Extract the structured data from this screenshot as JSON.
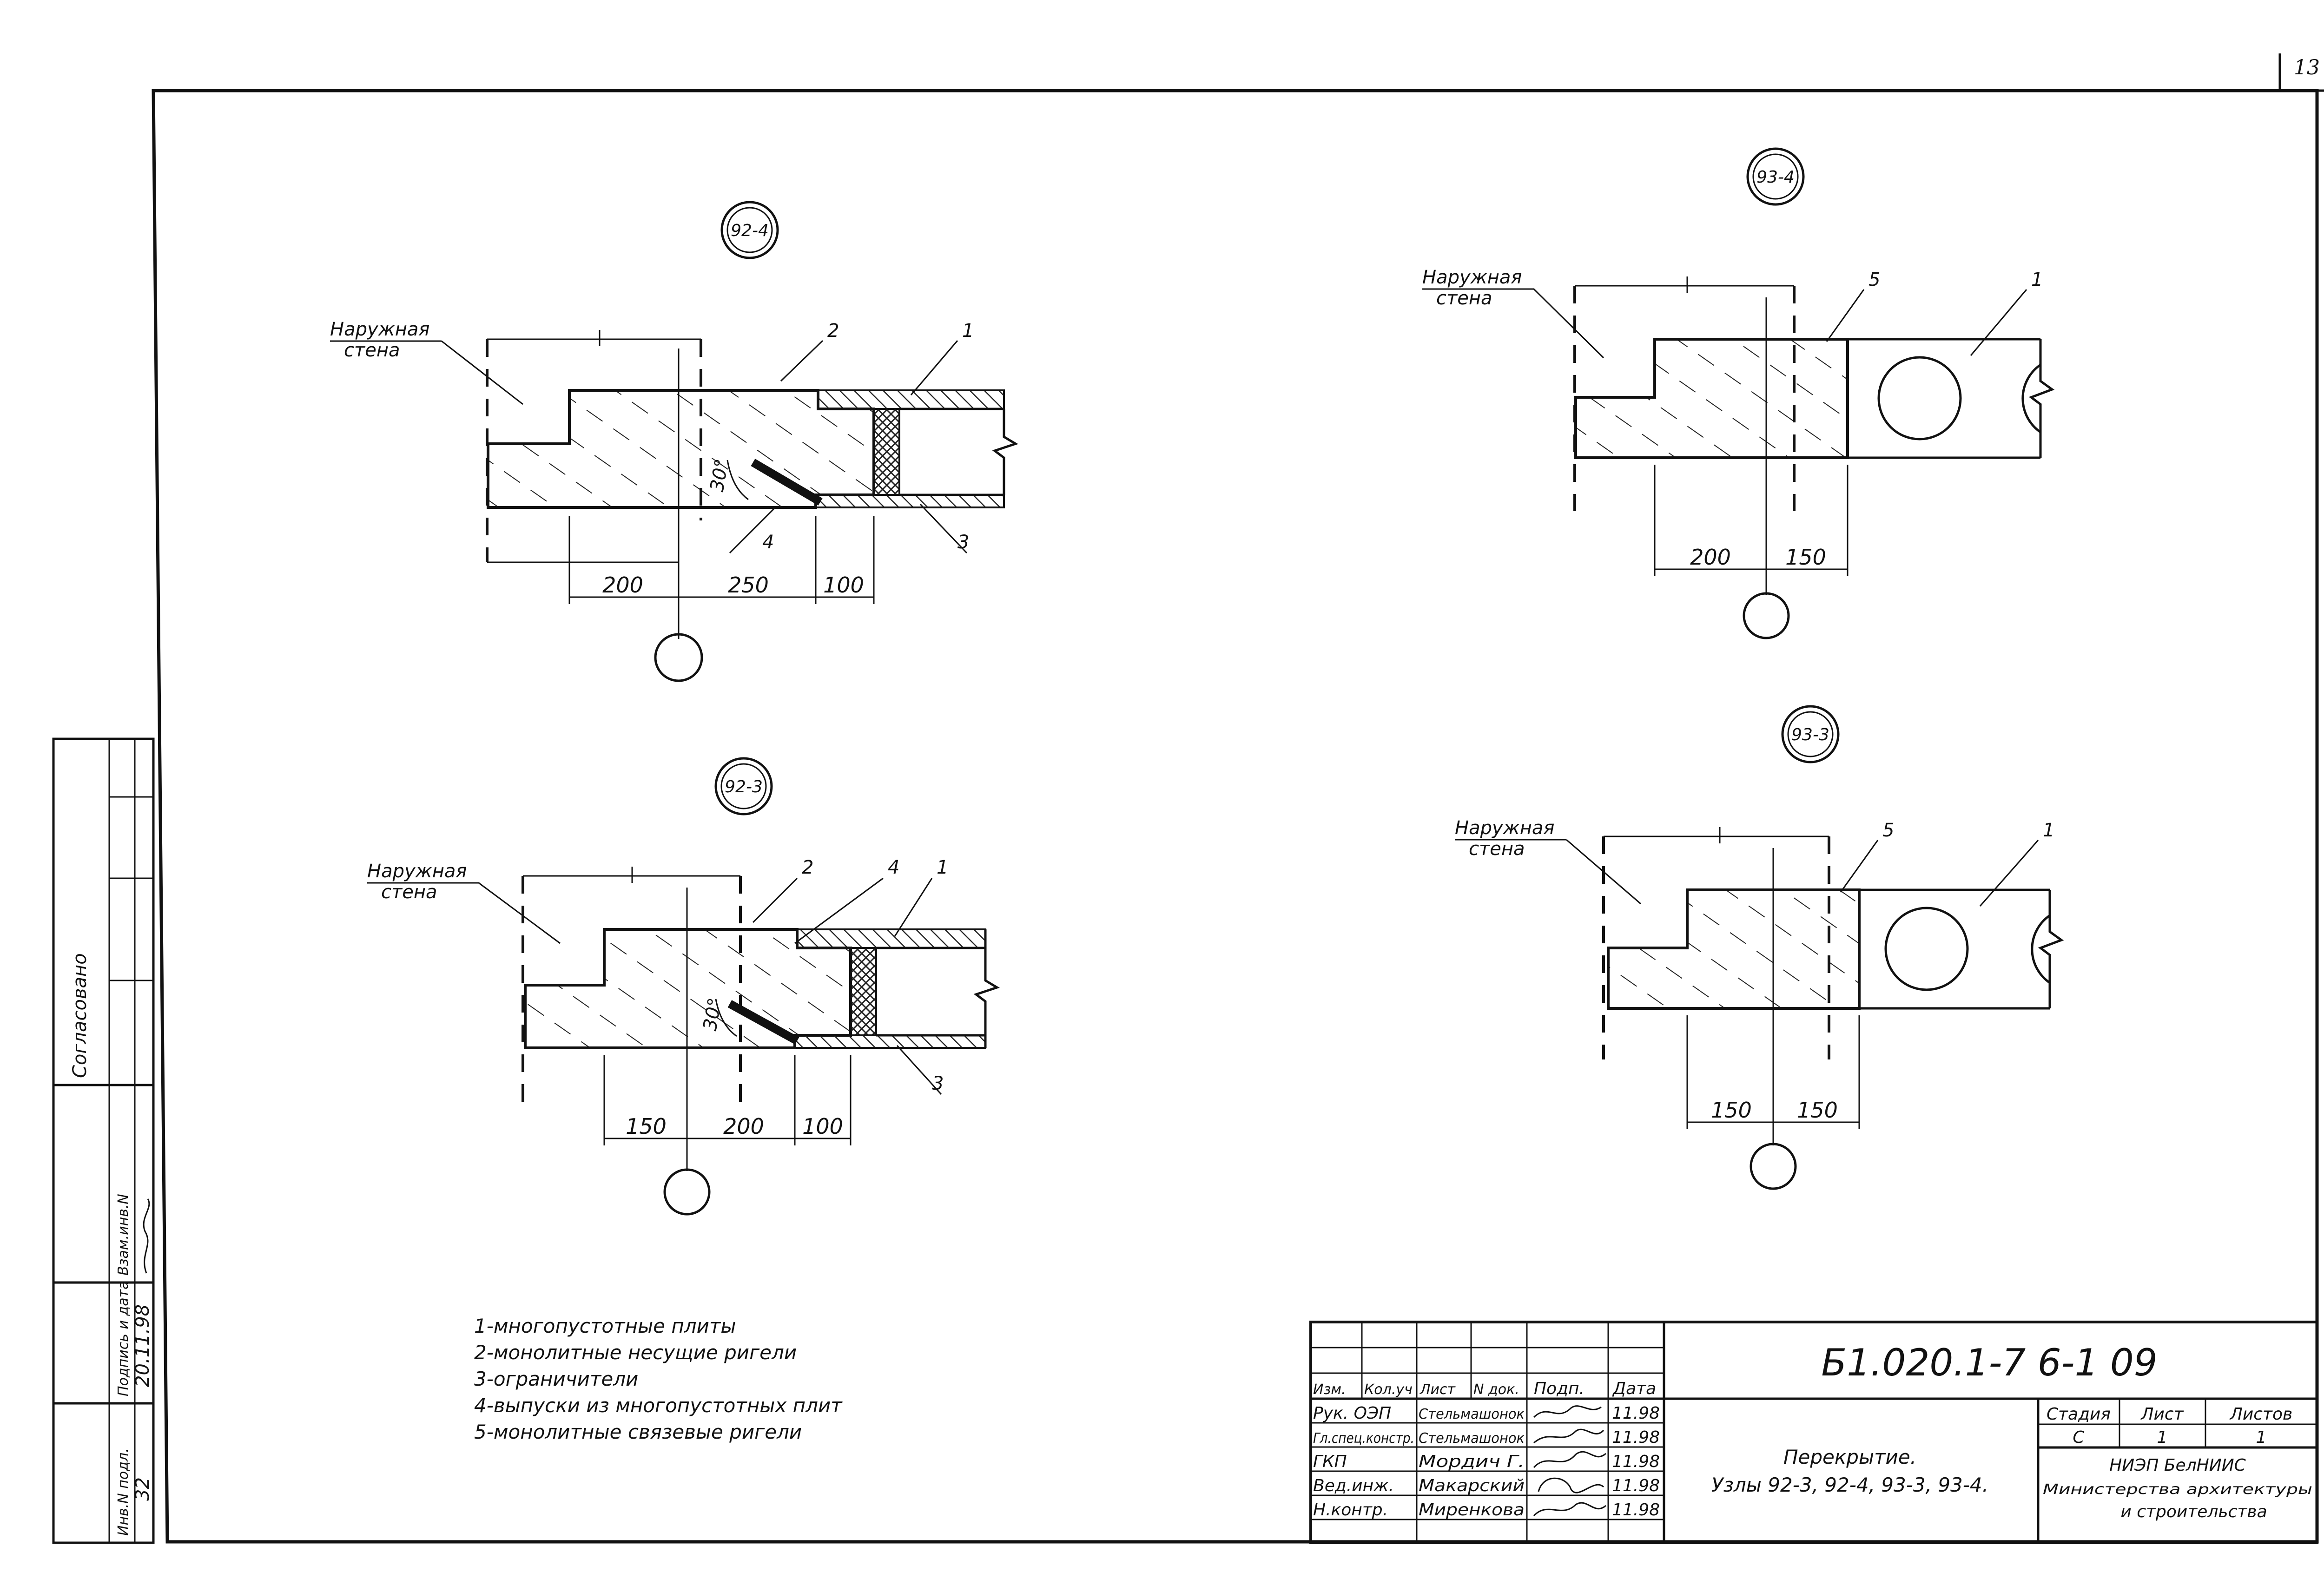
{
  "page_number": "13",
  "nodes": {
    "n92_4": "92-4",
    "n93_4": "93-4",
    "n92_3": "92-3",
    "n93_3": "93-3"
  },
  "labels": {
    "outer_wall_line1": "Наружная",
    "outer_wall_line2": "стена",
    "angle": "30°",
    "c1": "1",
    "c2": "2",
    "c3": "3",
    "c4": "4",
    "c5": "5"
  },
  "dimensions": {
    "d92_4": [
      "200",
      "250",
      "100"
    ],
    "d93_4": [
      "200",
      "150"
    ],
    "d92_3": [
      "150",
      "200",
      "100"
    ],
    "d93_3": [
      "150",
      "150"
    ]
  },
  "legend": [
    "1-многопустотные плиты",
    "2-монолитные несущие ригели",
    "3-ограничители",
    "4-выпуски из многопустотных плит",
    "5-монолитные связевые ригели"
  ],
  "side_stamp": {
    "agreed": "Согласовано",
    "inv_no": "Инв.N подл.",
    "sign_date": "Подпись и дата",
    "replace_inv": "Взам.инв.N",
    "inv_value": "32",
    "date_value": "20.11.98"
  },
  "title_block": {
    "doc_code": "Б1.020.1-7 6-1 09",
    "title_line1": "Перекрытие.",
    "title_line2": "Узлы 92-3, 92-4, 93-3, 93-4.",
    "headers": [
      "Изм.",
      "Кол.уч",
      "Лист",
      "N док.",
      "Подп.",
      "Дата"
    ],
    "rows": [
      {
        "role": "Рук. ОЭП",
        "name": "Стельмашонок",
        "date": "11.98"
      },
      {
        "role": "Гл.спец.констр.",
        "name": "Стельмашонок",
        "date": "11.98"
      },
      {
        "role": "ГКП",
        "name": "Мордич Г.",
        "date": "11.98"
      },
      {
        "role": "Вед.инж.",
        "name": "Макарский",
        "date": "11.98"
      },
      {
        "role": "Н.контр.",
        "name": "Миренкова",
        "date": "11.98"
      }
    ],
    "stage_label": "Стадия",
    "sheet_label": "Лист",
    "sheets_label": "Листов",
    "stage_value": "С",
    "sheet_value": "1",
    "sheets_value": "1",
    "org_line1": "НИЭП БелНИИС",
    "org_line2": "Министерства архитектуры",
    "org_line3": "и строительства"
  }
}
